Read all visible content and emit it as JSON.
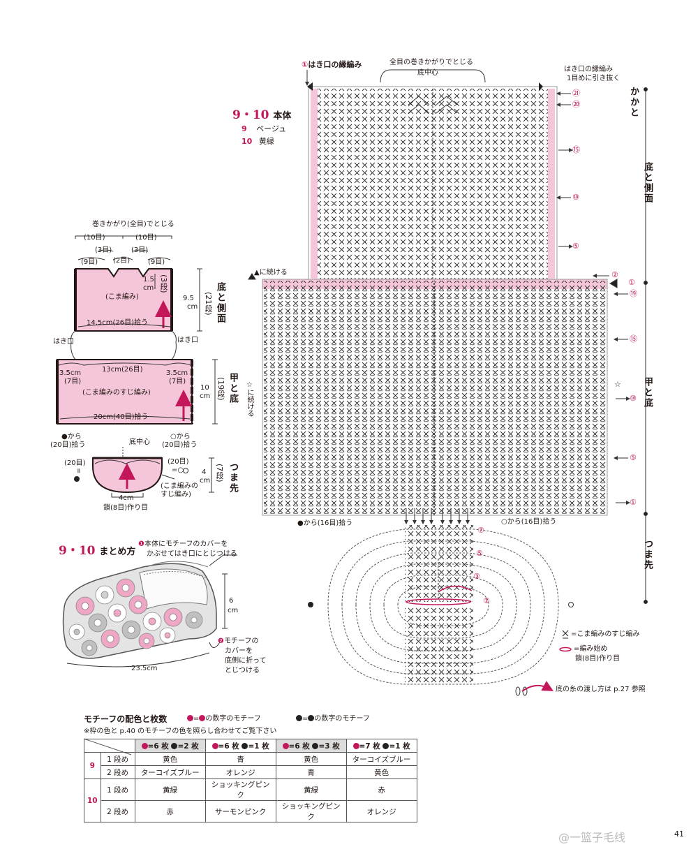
{
  "body_section": {
    "title_num": "9・10",
    "title": "本体",
    "colors": [
      {
        "num": "9",
        "name": "ベージュ"
      },
      {
        "num": "10",
        "name": "黄緑"
      }
    ]
  },
  "schematic": {
    "top_close": "巻きかがり(全目)でとじる",
    "ten_left": "(10目)",
    "ten_right": "(10目)",
    "three_left": "(3目)",
    "three_right": "(3目)",
    "nine_left": "(9目)",
    "two": "(2目)",
    "nine_right": "(9目)",
    "one_five": "1.5",
    "cm": "cm",
    "three_dan": "(3段)",
    "koma": "(こま編み)",
    "pick1": "14.5cm(26目)拾う",
    "nine_five": "9.5",
    "twentyone_dan": "(21段)",
    "section1": "底と側面",
    "haki_left": "はき口",
    "haki_right": "はき口",
    "l35": "3.5cm",
    "l7": "(7目)",
    "c13": "13cm(26目)",
    "r35": "3.5cm",
    "r7": "(7目)",
    "suji": "(こま編みのすじ編み)",
    "pick2": "20cm(40目)拾う",
    "ten": "10",
    "nineteen_dan": "(19段)",
    "section2": "甲と底",
    "from_black": "●から",
    "pick20": "(20目)拾う",
    "from_white": "○から",
    "pick20r": "(20目)拾う",
    "center": "底中心",
    "twenty_l": "(20目)",
    "twenty_r": "(20目)",
    "eq_l": "=",
    "eq_r": "=○",
    "four": "4",
    "seven_dan": "(7段)",
    "section3": "つま先",
    "suji2a": "(こま編みの",
    "suji2b": "すじ編み)",
    "w4": "4cm",
    "chain8": "鎖(8目)作り目"
  },
  "chart": {
    "edge_label": "はき口の縁編み",
    "top_close": "全目の巻きかがりでとじる",
    "center": "底中心",
    "right_a": "はき口の縁編み",
    "right_b": "1目めに引き抜く",
    "continue_tri": "▲に続ける",
    "continue_star": "☆に続ける",
    "star": "☆",
    "from_black16": "●から(16目)拾う",
    "from_white16": "○から(16目)拾う",
    "row_marks_upper": [
      "㉑",
      "⑳",
      "⑮",
      "⑩",
      "⑤"
    ],
    "row_marks_lower": [
      "②",
      "①",
      "⑲",
      "⑮",
      "⑩",
      "⑤",
      "①"
    ],
    "row_marks_toe": [
      "⑦",
      "⑤",
      "③",
      "①"
    ],
    "side_labels": [
      "かかと",
      "底と側面",
      "甲と底",
      "つま先"
    ],
    "legend_x": "=こま編みのすじ編み",
    "legend_chain_a": "=編み始め",
    "legend_chain_b": "鎖(8目)作り目",
    "yarn_note": "底の糸の渡し方は p.27 参照"
  },
  "assembly": {
    "title_num": "9・10",
    "title": "まとめ方",
    "step1a": "本体にモチーフのカバーを",
    "step1b": "かぶせてはき口にとじつける",
    "step1_mark": "❶",
    "h6": "6",
    "hcm": "cm",
    "step2_mark": "❷",
    "step2a": "モチーフの",
    "step2b": "カバーを",
    "step2c": "底側に折って",
    "step2d": "とじつける",
    "length": "23.5cm"
  },
  "motif": {
    "title": "モチーフの配色と枚数",
    "pink_note": "の数字のモチーフ",
    "black_note": "の数字のモチーフ",
    "eq": "=",
    "note": "※枠の色と p.40 のモチーフの色を照らし合わせてご覧下さい",
    "headers": [
      "=6 枚",
      "=2 枚",
      "=6 枚",
      "=1 枚",
      "=6 枚",
      "=3 枚",
      "=7 枚",
      "=1 枚"
    ],
    "rows": [
      {
        "no": "9",
        "round": "1 段め",
        "cells": [
          "黄色",
          "青",
          "黄色",
          "ターコイズブルー"
        ]
      },
      {
        "no": "",
        "round": "2 段め",
        "cells": [
          "ターコイズブルー",
          "オレンジ",
          "青",
          "黄色"
        ]
      },
      {
        "no": "10",
        "round": "1 段め",
        "cells": [
          "黄緑",
          "ショッキングピンク",
          "黄緑",
          "赤"
        ]
      },
      {
        "no": "",
        "round": "2 段め",
        "cells": [
          "赤",
          "サーモンピンク",
          "ショッキングピンク",
          "オレンジ"
        ]
      }
    ]
  },
  "page_number": "41",
  "watermark": "@一篮子毛线"
}
